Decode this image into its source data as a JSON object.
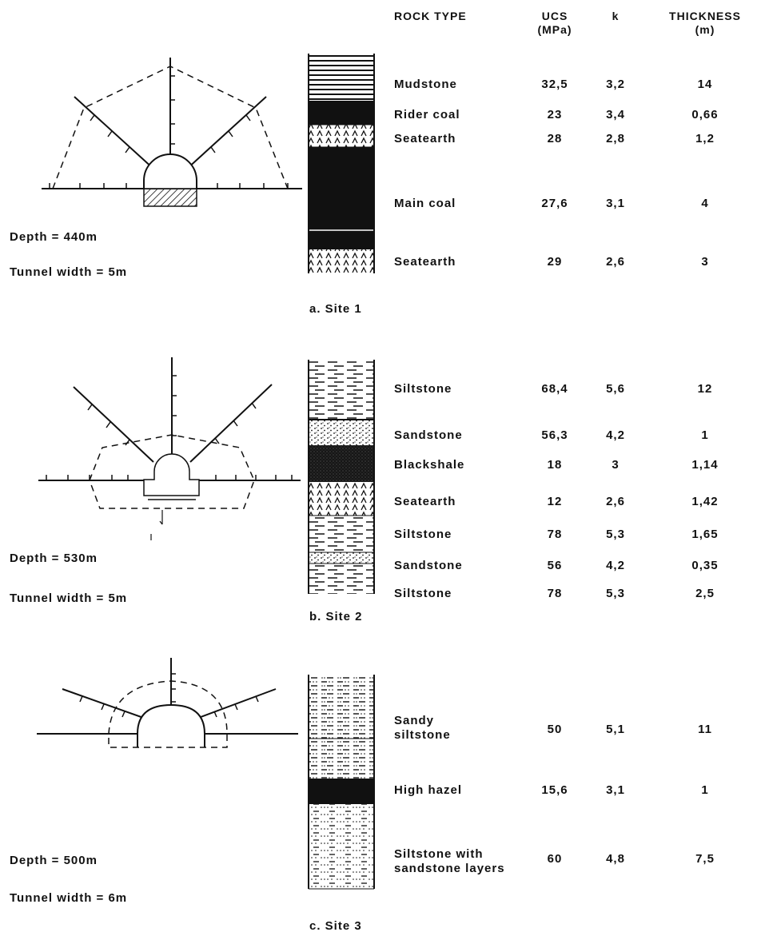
{
  "header": {
    "rock_type": "ROCK TYPE",
    "ucs_line1": "UCS",
    "ucs_line2": "(MPa)",
    "k": "k",
    "thickness_line1": "THICKNESS",
    "thickness_line2": "(m)"
  },
  "sites": [
    {
      "caption": "a.  Site 1",
      "depth": "Depth = 440m",
      "tunnel_width": "Tunnel width = 5m",
      "layers": [
        {
          "rock": "Mudstone",
          "ucs": "32,5",
          "k": "3,2",
          "thickness": "14"
        },
        {
          "rock": "Rider coal",
          "ucs": "23",
          "k": "3,4",
          "thickness": "0,66"
        },
        {
          "rock": "Seatearth",
          "ucs": "28",
          "k": "2,8",
          "thickness": "1,2"
        },
        {
          "rock": "Main coal",
          "ucs": "27,6",
          "k": "3,1",
          "thickness": "4"
        },
        {
          "rock": "Seatearth",
          "ucs": "29",
          "k": "2,6",
          "thickness": "3"
        }
      ]
    },
    {
      "caption": "b.  Site 2",
      "depth": "Depth = 530m",
      "tunnel_width": "Tunnel width = 5m",
      "layers": [
        {
          "rock": "Siltstone",
          "ucs": "68,4",
          "k": "5,6",
          "thickness": "12"
        },
        {
          "rock": "Sandstone",
          "ucs": "56,3",
          "k": "4,2",
          "thickness": "1"
        },
        {
          "rock": "Blackshale",
          "ucs": "18",
          "k": "3",
          "thickness": "1,14"
        },
        {
          "rock": "Seatearth",
          "ucs": "12",
          "k": "2,6",
          "thickness": "1,42"
        },
        {
          "rock": "Siltstone",
          "ucs": "78",
          "k": "5,3",
          "thickness": "1,65"
        },
        {
          "rock": "Sandstone",
          "ucs": "56",
          "k": "4,2",
          "thickness": "0,35"
        },
        {
          "rock": "Siltstone",
          "ucs": "78",
          "k": "5,3",
          "thickness": "2,5"
        }
      ]
    },
    {
      "caption": "c.  Site 3",
      "depth": "Depth = 500m",
      "tunnel_width": "Tunnel width = 6m",
      "layers": [
        {
          "rock_line1": "Sandy",
          "rock_line2": "siltstone",
          "ucs": "50",
          "k": "5,1",
          "thickness": "11"
        },
        {
          "rock": "High hazel",
          "ucs": "15,6",
          "k": "3,1",
          "thickness": "1"
        },
        {
          "rock_line1": "Siltstone with",
          "rock_line2": "sandstone layers",
          "ucs": "60",
          "k": "4,8",
          "thickness": "7,5"
        }
      ]
    }
  ]
}
